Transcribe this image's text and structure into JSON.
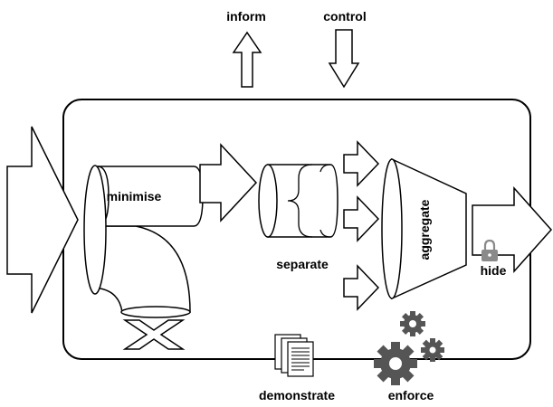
{
  "diagram": {
    "labels": {
      "inform": "inform",
      "control": "control",
      "minimise": "minimise",
      "separate": "separate",
      "aggregate": "aggregate",
      "hide": "hide",
      "demonstrate": "demonstrate",
      "enforce": "enforce"
    },
    "icons": {
      "lock": "lock-icon",
      "documents": "documents-icon",
      "gears": "gears-icon"
    },
    "colors": {
      "stroke": "#000000",
      "background": "#ffffff",
      "gear": "#555555",
      "lock": "#8a8a8a"
    }
  }
}
